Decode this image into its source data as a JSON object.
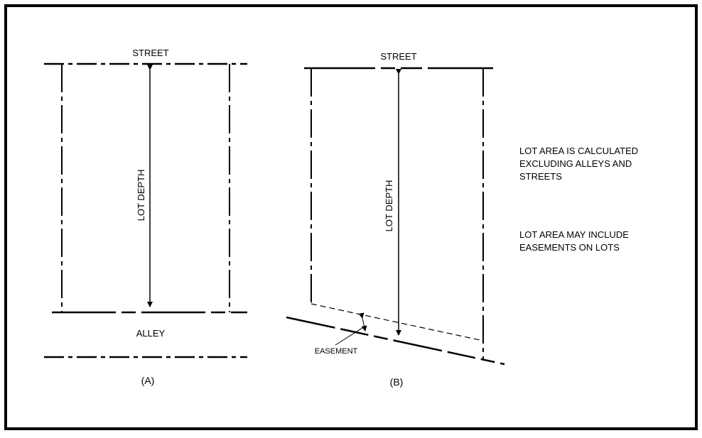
{
  "diagram_a": {
    "street_label": "STREET",
    "lot_depth_label": "LOT DEPTH",
    "alley_label": "ALLEY",
    "caption": "(A)"
  },
  "diagram_b": {
    "street_label": "STREET",
    "lot_depth_label": "LOT DEPTH",
    "easement_label": "EASEMENT",
    "caption": "(B)"
  },
  "notes": {
    "note_1_lines": [
      "LOT AREA IS CALCULATED",
      "EXCLUDING ALLEYS AND",
      "STREETS"
    ],
    "note_2_lines": [
      "LOT AREA MAY INCLUDE",
      "EASEMENTS ON LOTS"
    ]
  }
}
